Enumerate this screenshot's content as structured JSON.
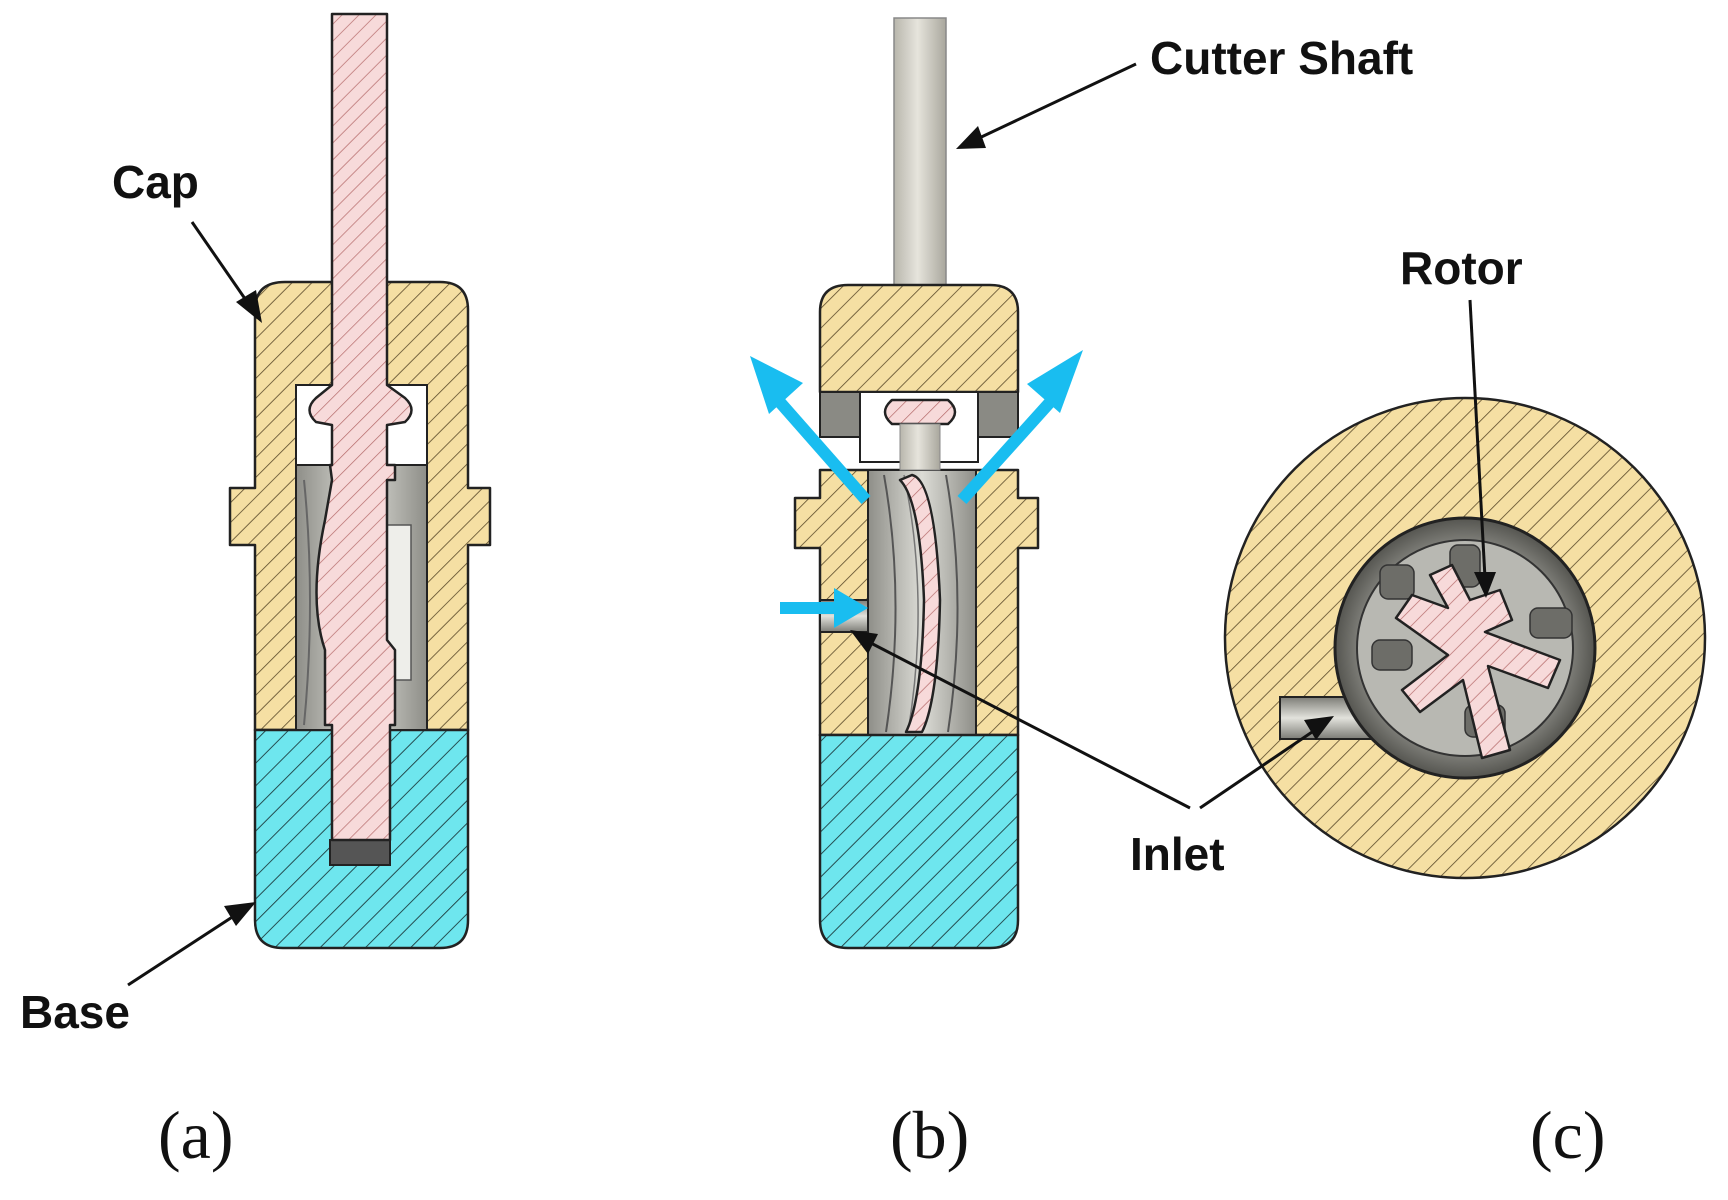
{
  "labels": {
    "cap": "Cap",
    "base": "Base",
    "cutter_shaft": "Cutter Shaft",
    "inlet": "Inlet",
    "rotor": "Rotor"
  },
  "panels": {
    "a": "(a)",
    "b": "(b)",
    "c": "(c)"
  },
  "colors": {
    "cap": "#f5dfa3",
    "base": "#6ee6ee",
    "rotor": "#f7dada",
    "shaft": "#d8d6cc",
    "flow_arrow": "#19bdf0",
    "cavity": "#c9c9c2",
    "hatch": "#3a3a3a"
  }
}
